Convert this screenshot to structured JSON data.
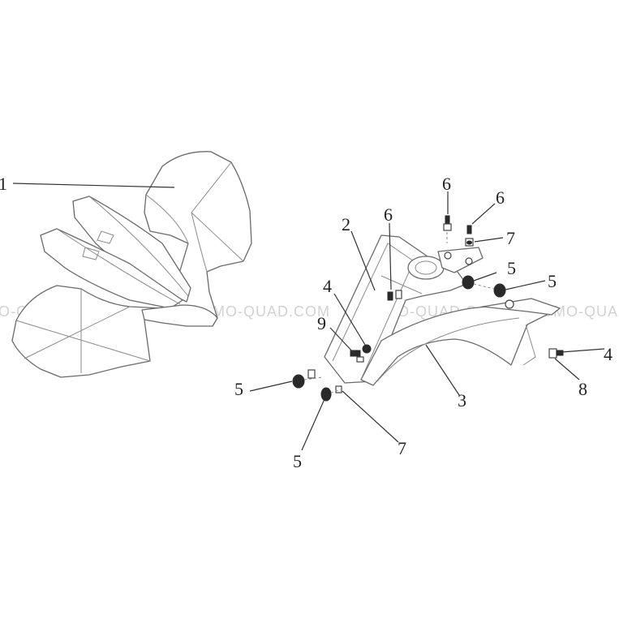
{
  "watermark": {
    "text": "PROMO-QUAD.COM",
    "color": "#d2d2d2"
  },
  "callouts": [
    {
      "id": "c1",
      "label": "1"
    },
    {
      "id": "c2",
      "label": "2"
    },
    {
      "id": "c3",
      "label": "3"
    },
    {
      "id": "c4a",
      "label": "4"
    },
    {
      "id": "c4b",
      "label": "4"
    },
    {
      "id": "c5a",
      "label": "5"
    },
    {
      "id": "c5b",
      "label": "5"
    },
    {
      "id": "c5c",
      "label": "5"
    },
    {
      "id": "c5d",
      "label": "5"
    },
    {
      "id": "c6a",
      "label": "6"
    },
    {
      "id": "c6b",
      "label": "6"
    },
    {
      "id": "c6c",
      "label": "6"
    },
    {
      "id": "c7a",
      "label": "7"
    },
    {
      "id": "c7b",
      "label": "7"
    },
    {
      "id": "c8",
      "label": "8"
    },
    {
      "id": "c9",
      "label": "9"
    }
  ],
  "colors": {
    "line": "#6a6a6a",
    "text": "#222222",
    "hardware": "#2a2a2a"
  }
}
